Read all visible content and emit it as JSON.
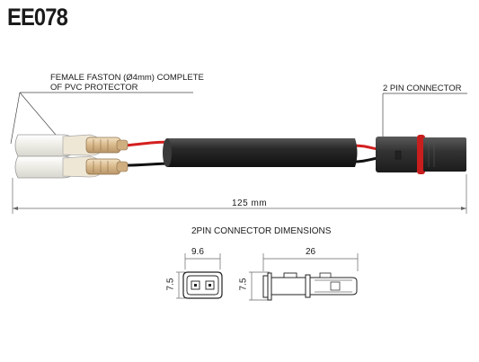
{
  "title": "EE078",
  "labels": {
    "faston_line1": "FEMALE FASTON (Ø4mm) COMPLETE",
    "faston_line2": "OF PVC PROTECTOR",
    "pin_connector": "2 PIN CONNECTOR",
    "length": "125  mm",
    "dimensions_title": "2PIN CONNECTOR  DIMENSIONS"
  },
  "dimensions": {
    "front_width": "9.6",
    "front_height": "7.5",
    "side_width": "26",
    "side_height": "7.5"
  },
  "colors": {
    "wire_red": "#d42020",
    "wire_black": "#111111",
    "sheath": "#2a2a2a",
    "connector": "#333333",
    "connector_ring": "#c81e1e",
    "protector": "#f0efe8"
  }
}
